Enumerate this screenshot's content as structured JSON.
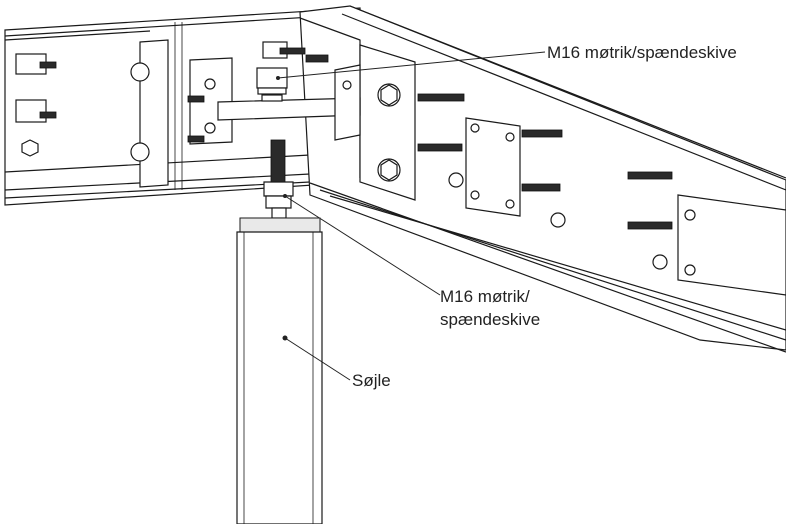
{
  "labels": {
    "nut_washer_top": "M16 møtrik/spændeskive",
    "nut_washer_lower_line1": "M16 møtrik/",
    "nut_washer_lower_line2": "spændeskive",
    "column": "Søjle"
  }
}
